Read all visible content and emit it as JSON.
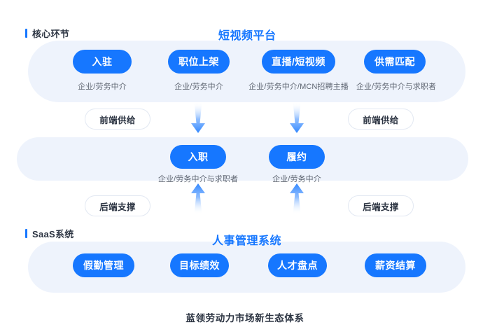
{
  "diagram": {
    "caption": "蓝领劳动力市场新生态体系",
    "accent_color": "#1677ff",
    "band_color": "#eef3fc",
    "pill_text_color": "#ffffff",
    "caption_color": "#2c3442"
  },
  "top_section": {
    "tag": "核心环节",
    "title": "短视频平台",
    "nodes": [
      {
        "label": "入驻",
        "caption": "企业/劳务中介"
      },
      {
        "label": "职位上架",
        "caption": "企业/劳务中介"
      },
      {
        "label": "直播/短视频",
        "caption": "企业/劳务中介/MCN招聘主播"
      },
      {
        "label": "供需匹配",
        "caption": "企业/劳务中介与求职者"
      }
    ]
  },
  "middle_section": {
    "nodes": [
      {
        "label": "入职",
        "caption": "企业/劳务中介与求职者"
      },
      {
        "label": "履约",
        "caption": "企业/劳务中介"
      }
    ]
  },
  "bottom_section": {
    "tag": "SaaS系统",
    "title": "人事管理系统",
    "nodes": [
      {
        "label": "假勤管理"
      },
      {
        "label": "目标绩效"
      },
      {
        "label": "人才盘点"
      },
      {
        "label": "薪资结算"
      }
    ]
  },
  "connectors": {
    "front_supply_left": "前端供给",
    "front_supply_right": "前端供给",
    "back_support_left": "后端支撑",
    "back_support_right": "后端支撑",
    "arrows": [
      {
        "name": "arrow-down-left",
        "direction": "down"
      },
      {
        "name": "arrow-down-right",
        "direction": "down"
      },
      {
        "name": "arrow-up-left",
        "direction": "up"
      },
      {
        "name": "arrow-up-right",
        "direction": "up"
      }
    ]
  }
}
